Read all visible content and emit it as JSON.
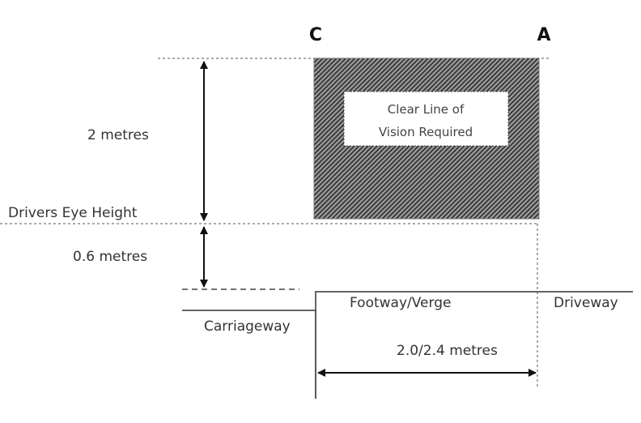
{
  "labels": {
    "point_c": "C",
    "point_a": "A",
    "height_upper": "2 metres",
    "eye_height": "Drivers Eye Height",
    "height_lower": "0.6 metres",
    "box_line1": "Clear Line of",
    "box_line2": "Vision Required",
    "footway": "Footway/Verge",
    "driveway": "Driveway",
    "carriageway": "Carriageway",
    "setback": "2.0/2.4 metres"
  },
  "colors": {
    "hatch_dark": "#333333",
    "hatch_light": "#9a9a9a",
    "line": "#222222"
  }
}
